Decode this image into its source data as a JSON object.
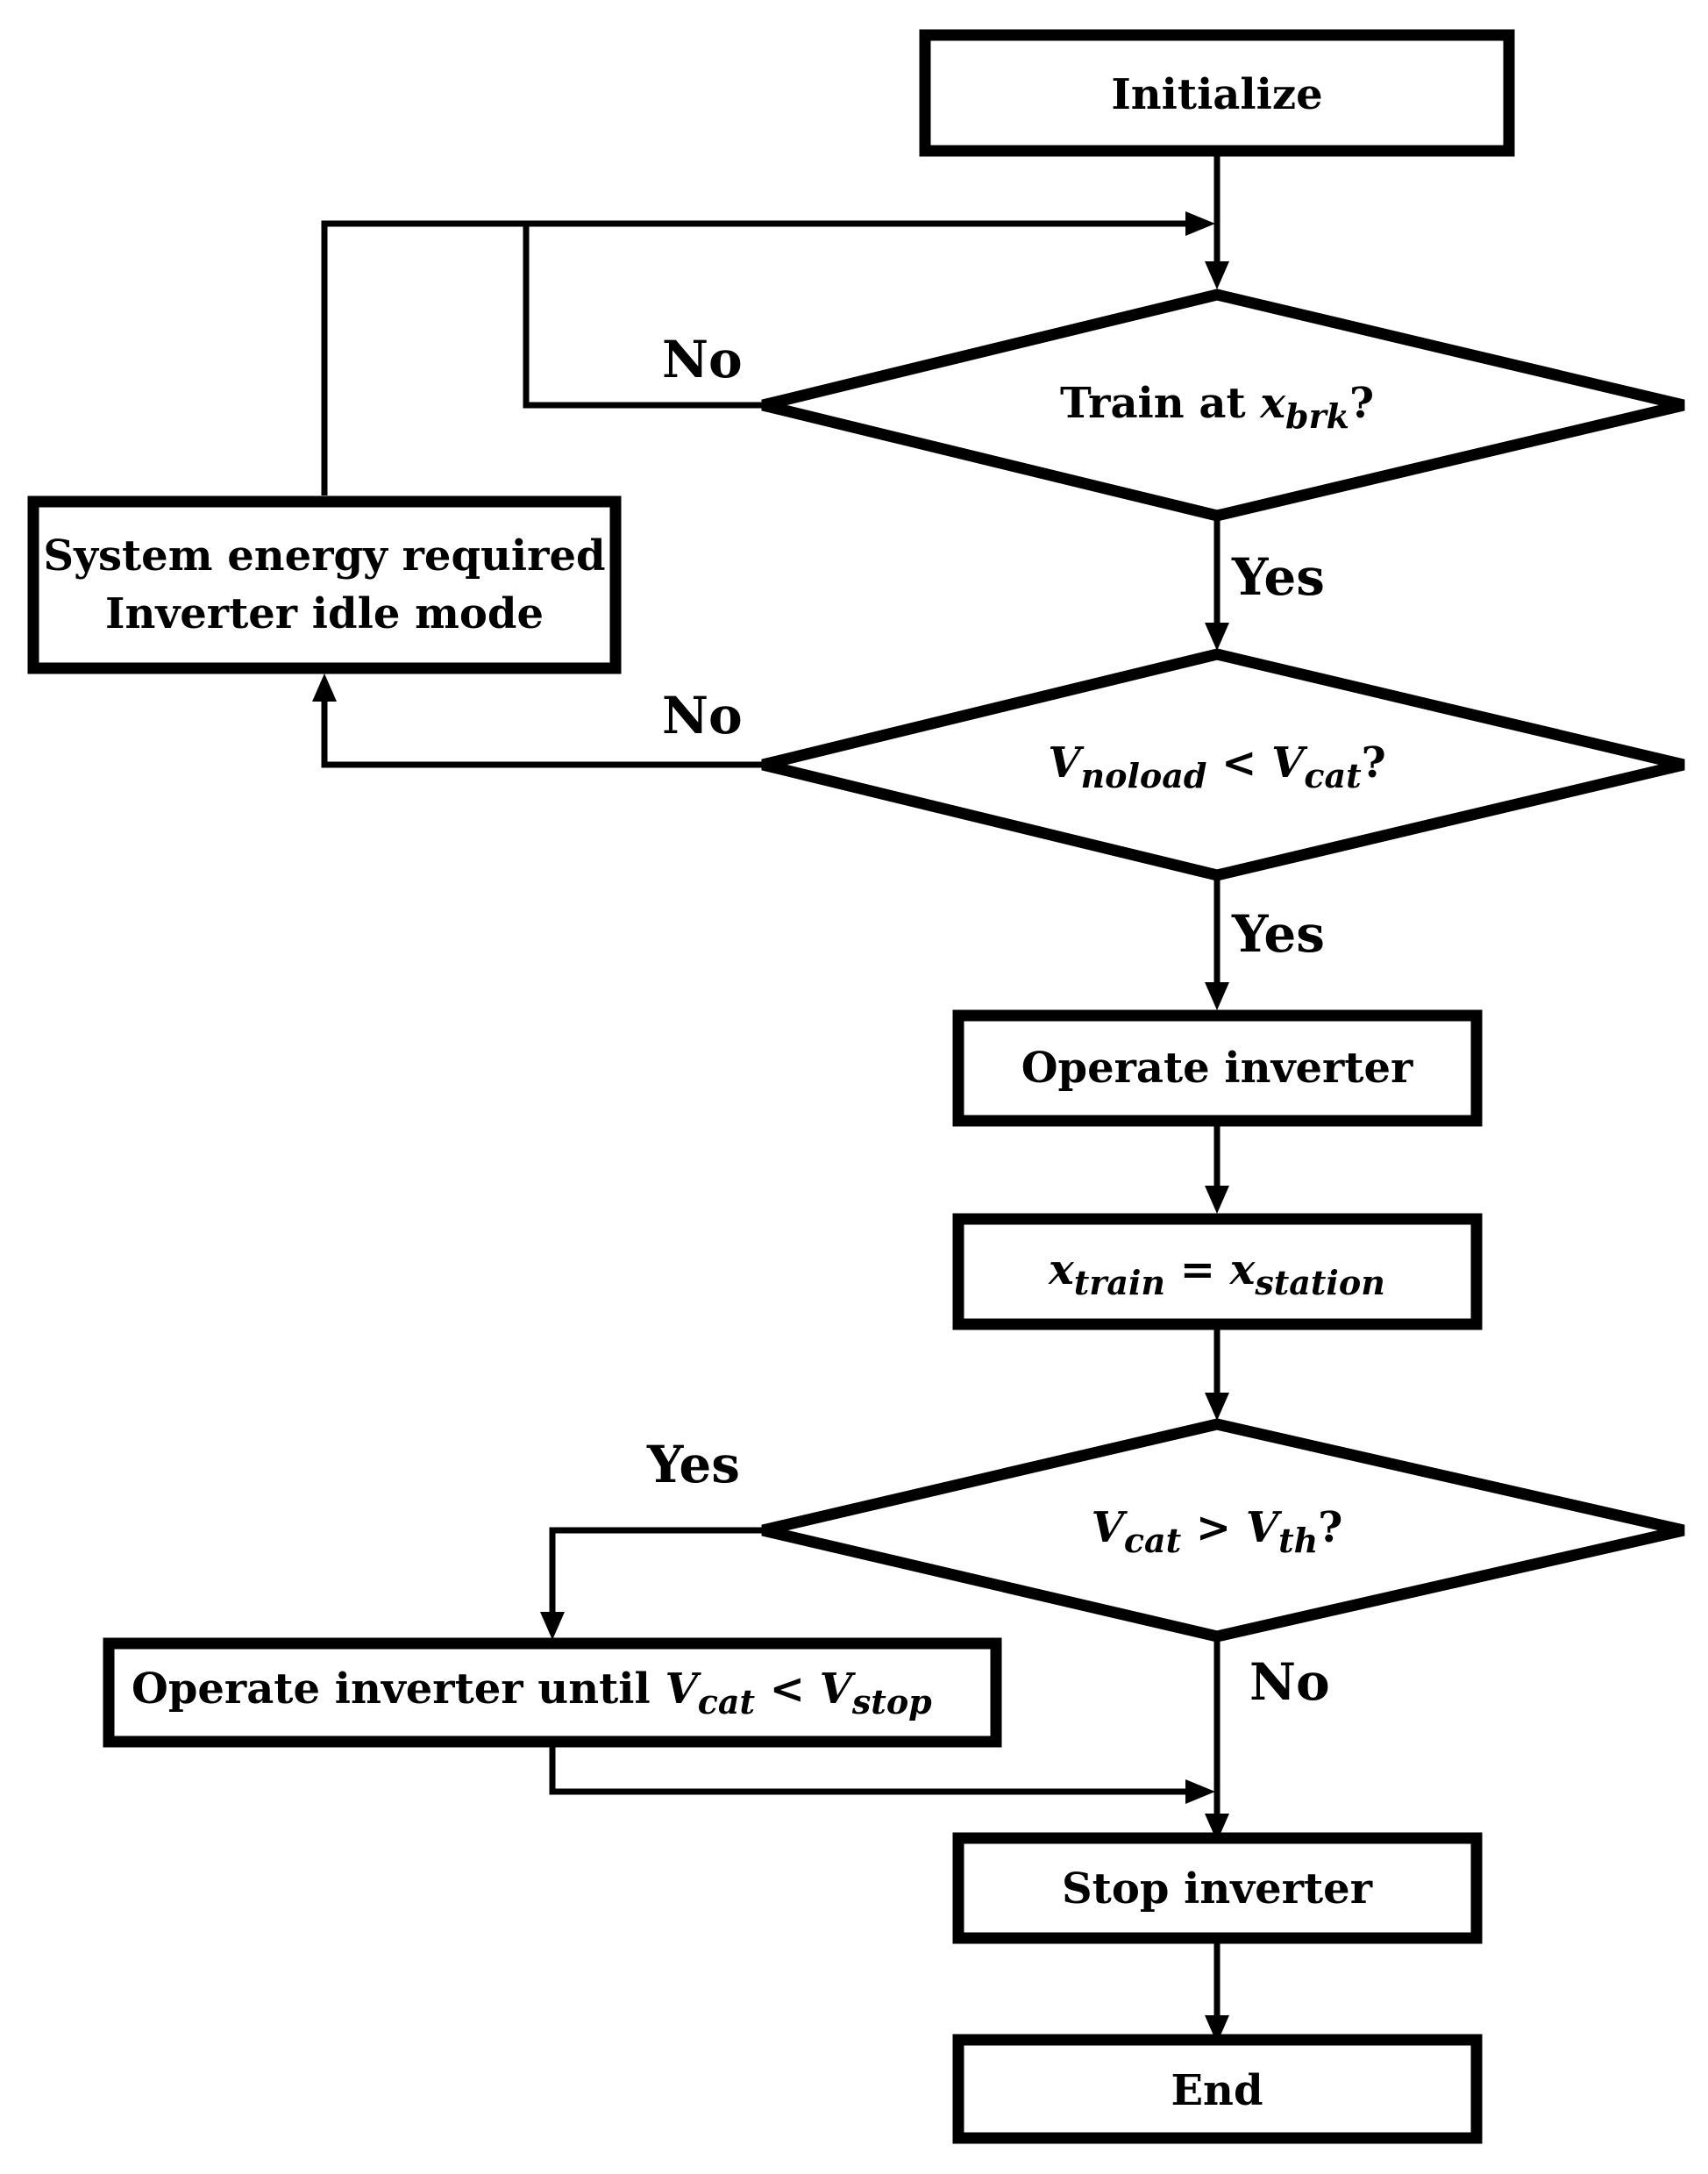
{
  "nodes": {
    "initialize": "Initialize",
    "train_at": {
      "text": "Train at ",
      "var": "x",
      "sub": "brk",
      "suffix": "?"
    },
    "energy_line1": "System energy required",
    "energy_line2": "Inverter idle mode",
    "vnoload": {
      "v1": "V",
      "s1": "noload",
      "op": " < ",
      "v2": "V",
      "s2": "cat",
      "suffix": "?"
    },
    "operate_inverter": "Operate inverter",
    "xtrain": {
      "v1": "x",
      "s1": "train",
      "op": " = ",
      "v2": "x",
      "s2": "station"
    },
    "vcat_vth": {
      "v1": "V",
      "s1": "cat",
      "op": " > ",
      "v2": "V",
      "s2": "th",
      "suffix": "?"
    },
    "operate_until": {
      "text": "Operate inverter until  ",
      "v1": "V",
      "s1": "cat",
      "op": " < ",
      "v2": "V",
      "s2": "stop"
    },
    "stop_inverter": "Stop inverter",
    "end": "End"
  },
  "edges": {
    "no_1": "No",
    "yes_1": "Yes",
    "no_2": "No",
    "yes_2": "Yes",
    "yes_3": "Yes",
    "no_3": "No"
  }
}
